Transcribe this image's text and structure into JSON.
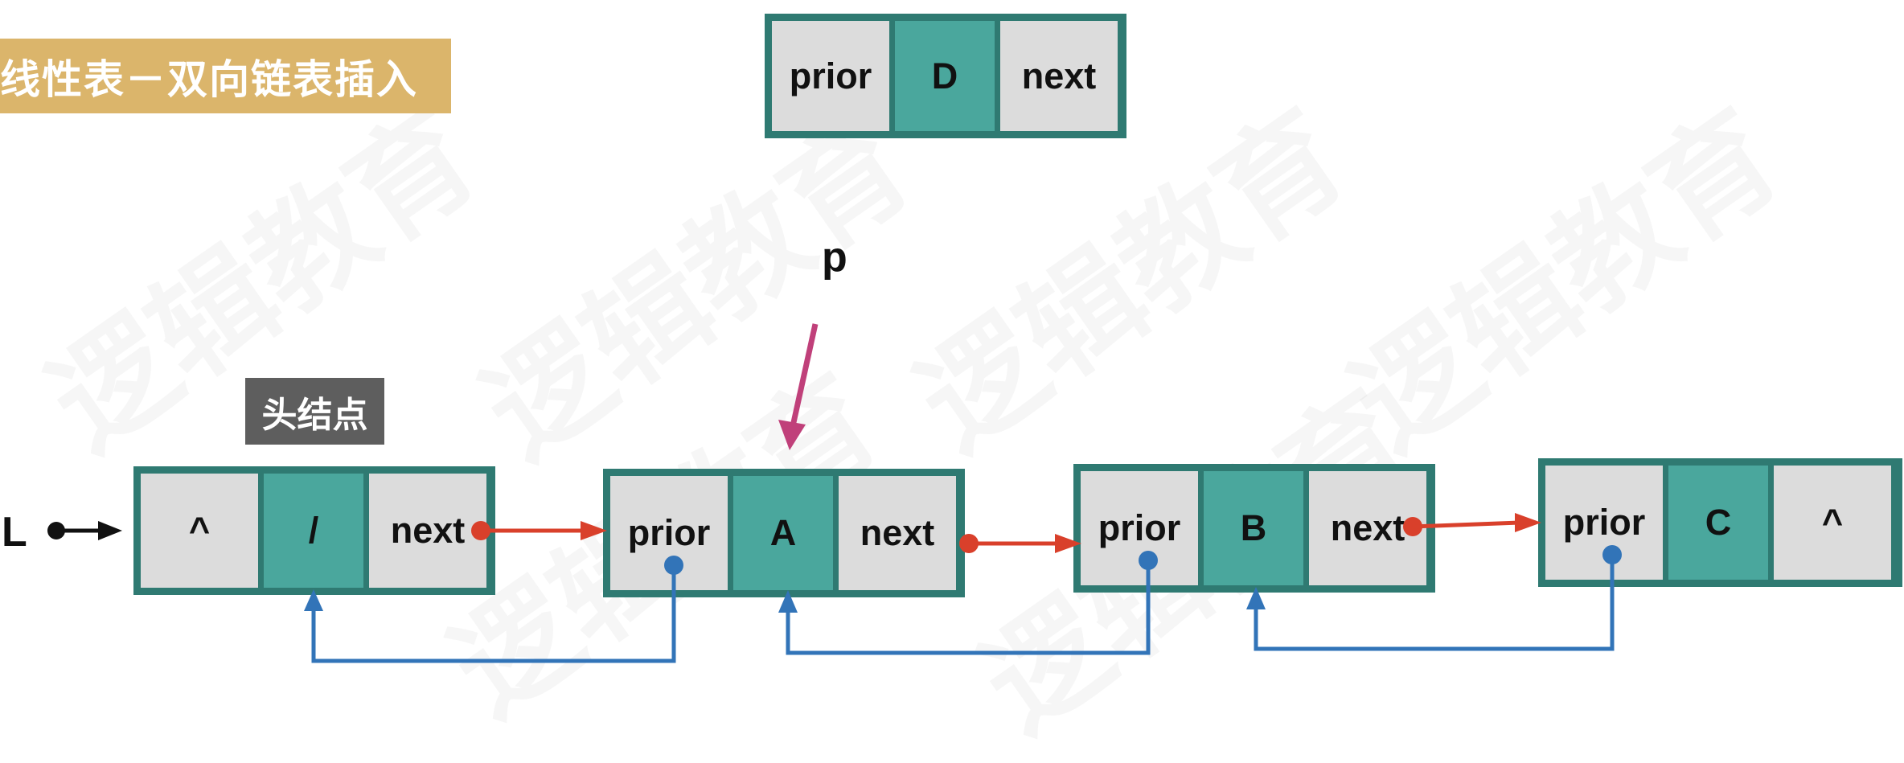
{
  "title": "线性表－双向链表插入",
  "watermark": "逻辑教育",
  "head_node_label": "头结点",
  "head_pointer_label": "L",
  "pointer_p_label": "p",
  "new_node": {
    "prior": "prior",
    "data": "D",
    "next": "next"
  },
  "nodes": [
    {
      "prior": "^",
      "data": "/",
      "next": "next"
    },
    {
      "prior": "prior",
      "data": "A",
      "next": "next"
    },
    {
      "prior": "prior",
      "data": "B",
      "next": "next"
    },
    {
      "prior": "prior",
      "data": "C",
      "next": "^"
    }
  ],
  "colors": {
    "node_border": "#2f7a72",
    "field_gray": "#dcdcdc",
    "field_teal": "#4aa79d",
    "next_arrow": "#d9402b",
    "prior_arrow": "#3274b8",
    "p_arrow": "#c0407a",
    "title_bg": "#dbb56b",
    "head_label_bg": "#5e5e5e"
  }
}
